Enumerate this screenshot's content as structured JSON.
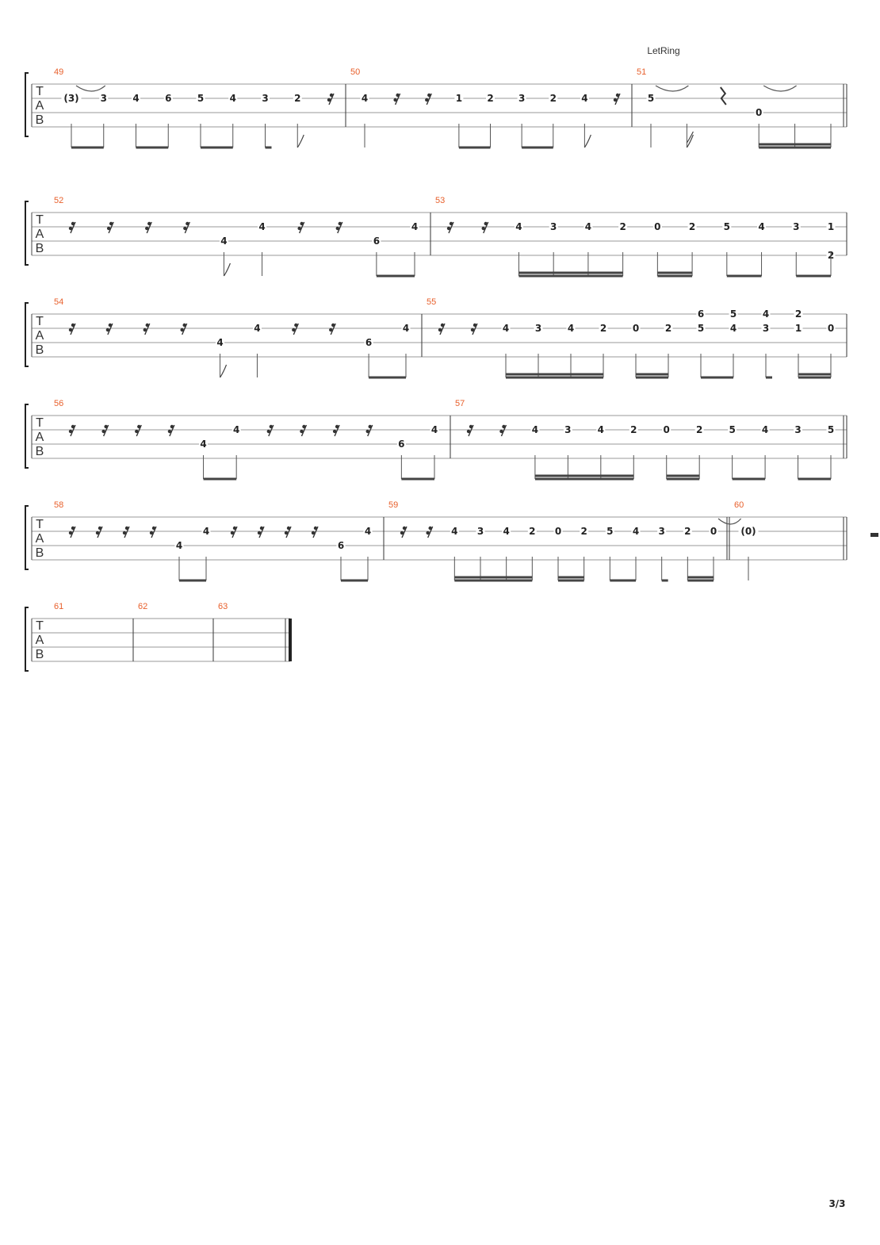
{
  "page_number": "3/3",
  "let_ring_label": "LetRing",
  "tab_clef": [
    "T",
    "A",
    "B"
  ],
  "systems": [
    {
      "measures": [
        {
          "number": "49",
          "events": [
            {
              "s": 1,
              "f": "(3)",
              "stem": "beam8",
              "tie": true
            },
            {
              "s": 1,
              "f": "3",
              "stem": "beam8"
            },
            {
              "s": 1,
              "f": "4",
              "stem": "beam8"
            },
            {
              "s": 1,
              "f": "6",
              "stem": "beam8"
            },
            {
              "s": 1,
              "f": "5",
              "stem": "beam8"
            },
            {
              "s": 1,
              "f": "4",
              "stem": "beam8"
            },
            {
              "s": 1,
              "f": "3",
              "stem": "beam8"
            },
            {
              "s": 1,
              "f": "2",
              "stem": "flag8"
            },
            {
              "rest": "16"
            }
          ]
        },
        {
          "number": "50",
          "events": [
            {
              "s": 1,
              "f": "4",
              "stem": "q"
            },
            {
              "rest": "16"
            },
            {
              "rest": "16"
            },
            {
              "s": 1,
              "f": "1",
              "stem": "beam8"
            },
            {
              "s": 1,
              "f": "2",
              "stem": "beam8"
            },
            {
              "s": 1,
              "f": "3",
              "stem": "beam8"
            },
            {
              "s": 1,
              "f": "2",
              "stem": "beam8"
            },
            {
              "s": 1,
              "f": "4",
              "stem": "flag8"
            },
            {
              "rest": "16"
            }
          ]
        },
        {
          "number": "51",
          "events": [
            {
              "s": 1,
              "f": "5",
              "stem": "q",
              "tie": true
            },
            {
              "stem": "flag16"
            },
            {
              "rest": "q"
            },
            {
              "s": 2,
              "f": "0",
              "stem": "beam16",
              "tie": true
            },
            {
              "stem": "beam16"
            },
            {
              "stem": "beam16"
            }
          ]
        }
      ]
    },
    {
      "measures": [
        {
          "number": "52",
          "events": [
            {
              "rest": "16"
            },
            {
              "rest": "16"
            },
            {
              "rest": "16"
            },
            {
              "rest": "16"
            },
            {
              "s": 2,
              "f": "4",
              "stem": "flag8"
            },
            {
              "s": 1,
              "f": "4",
              "stem": "q"
            },
            {
              "rest": "16"
            },
            {
              "rest": "16"
            },
            {
              "s": 2,
              "f": "6",
              "stem": "beam8"
            },
            {
              "s": 1,
              "f": "4",
              "stem": "beam8"
            }
          ]
        },
        {
          "number": "53",
          "events": [
            {
              "rest": "16"
            },
            {
              "rest": "16"
            },
            {
              "s": 1,
              "f": "4",
              "stem": "beam16"
            },
            {
              "s": 1,
              "f": "3",
              "stem": "beam16"
            },
            {
              "s": 1,
              "f": "4",
              "stem": "beam16"
            },
            {
              "s": 1,
              "f": "2",
              "stem": "beam16"
            },
            {
              "s": 1,
              "f": "0",
              "stem": "beam16"
            },
            {
              "s": 1,
              "f": "2",
              "stem": "beam16"
            },
            {
              "s": 1,
              "f": "5",
              "stem": "beam8"
            },
            {
              "s": 1,
              "f": "4",
              "stem": "beam8"
            },
            {
              "s": 1,
              "f": "3",
              "stem": "beam8"
            },
            {
              "s": 1,
              "f": "1",
              "s2": 3,
              "f2": "2",
              "stem": "beam8"
            }
          ]
        }
      ]
    },
    {
      "measures": [
        {
          "number": "54",
          "events": [
            {
              "rest": "16"
            },
            {
              "rest": "16"
            },
            {
              "rest": "16"
            },
            {
              "rest": "16"
            },
            {
              "s": 2,
              "f": "4",
              "stem": "flag8"
            },
            {
              "s": 1,
              "f": "4",
              "stem": "q"
            },
            {
              "rest": "16"
            },
            {
              "rest": "16"
            },
            {
              "s": 2,
              "f": "6",
              "stem": "beam8"
            },
            {
              "s": 1,
              "f": "4",
              "stem": "beam8"
            }
          ]
        },
        {
          "number": "55",
          "events": [
            {
              "rest": "16"
            },
            {
              "rest": "16"
            },
            {
              "s": 1,
              "f": "4",
              "stem": "beam16"
            },
            {
              "s": 1,
              "f": "3",
              "stem": "beam16"
            },
            {
              "s": 1,
              "f": "4",
              "stem": "beam16"
            },
            {
              "s": 1,
              "f": "2",
              "stem": "beam16"
            },
            {
              "s": 1,
              "f": "0",
              "stem": "beam16"
            },
            {
              "s": 1,
              "f": "2",
              "stem": "beam16"
            },
            {
              "s": 0,
              "f": "6",
              "s2": 1,
              "f2": "5",
              "stem": "beam8"
            },
            {
              "s": 0,
              "f": "5",
              "s2": 1,
              "f2": "4",
              "stem": "beam8"
            },
            {
              "s": 0,
              "f": "4",
              "s2": 1,
              "f2": "3",
              "stem": "beam8"
            },
            {
              "s": 0,
              "f": "2",
              "s2": 1,
              "f2": "1",
              "stem": "beam16"
            },
            {
              "s": 1,
              "f": "0",
              "stem": "beam16"
            }
          ]
        }
      ]
    },
    {
      "measures": [
        {
          "number": "56",
          "events": [
            {
              "rest": "16"
            },
            {
              "rest": "16"
            },
            {
              "rest": "16"
            },
            {
              "rest": "16"
            },
            {
              "s": 2,
              "f": "4",
              "stem": "beam8"
            },
            {
              "s": 1,
              "f": "4",
              "stem": "beam8"
            },
            {
              "rest": "16"
            },
            {
              "rest": "16"
            },
            {
              "rest": "16"
            },
            {
              "rest": "16"
            },
            {
              "s": 2,
              "f": "6",
              "stem": "beam8"
            },
            {
              "s": 1,
              "f": "4",
              "stem": "beam8"
            }
          ]
        },
        {
          "number": "57",
          "events": [
            {
              "rest": "16"
            },
            {
              "rest": "16"
            },
            {
              "s": 1,
              "f": "4",
              "stem": "beam16"
            },
            {
              "s": 1,
              "f": "3",
              "stem": "beam16"
            },
            {
              "s": 1,
              "f": "4",
              "stem": "beam16"
            },
            {
              "s": 1,
              "f": "2",
              "stem": "beam16"
            },
            {
              "s": 1,
              "f": "0",
              "stem": "beam16"
            },
            {
              "s": 1,
              "f": "2",
              "stem": "beam16"
            },
            {
              "s": 1,
              "f": "5",
              "stem": "beam8"
            },
            {
              "s": 1,
              "f": "4",
              "stem": "beam8"
            },
            {
              "s": 1,
              "f": "3",
              "stem": "beam8"
            },
            {
              "s": 1,
              "f": "5",
              "stem": "beam8"
            }
          ]
        }
      ]
    },
    {
      "measures": [
        {
          "number": "58",
          "events": [
            {
              "rest": "16"
            },
            {
              "rest": "16"
            },
            {
              "rest": "16"
            },
            {
              "rest": "16"
            },
            {
              "s": 2,
              "f": "4",
              "stem": "beam8"
            },
            {
              "s": 1,
              "f": "4",
              "stem": "beam8"
            },
            {
              "rest": "16"
            },
            {
              "rest": "16"
            },
            {
              "rest": "16"
            },
            {
              "rest": "16"
            },
            {
              "s": 2,
              "f": "6",
              "stem": "beam8"
            },
            {
              "s": 1,
              "f": "4",
              "stem": "beam8"
            }
          ]
        },
        {
          "number": "59",
          "events": [
            {
              "rest": "16"
            },
            {
              "rest": "16"
            },
            {
              "s": 1,
              "f": "4",
              "stem": "beam16"
            },
            {
              "s": 1,
              "f": "3",
              "stem": "beam16"
            },
            {
              "s": 1,
              "f": "4",
              "stem": "beam16"
            },
            {
              "s": 1,
              "f": "2",
              "stem": "beam16"
            },
            {
              "s": 1,
              "f": "0",
              "stem": "beam16"
            },
            {
              "s": 1,
              "f": "2",
              "stem": "beam16"
            },
            {
              "s": 1,
              "f": "5",
              "stem": "beam8"
            },
            {
              "s": 1,
              "f": "4",
              "stem": "beam8"
            },
            {
              "s": 1,
              "f": "3",
              "stem": "beam8"
            },
            {
              "s": 1,
              "f": "2",
              "stem": "beam16"
            },
            {
              "s": 1,
              "f": "0",
              "stem": "beam16",
              "tie": true
            }
          ]
        },
        {
          "number": "60",
          "events": [
            {
              "s": 1,
              "f": "(0)",
              "stem": "q"
            },
            {
              "rest": "half"
            }
          ]
        }
      ]
    },
    {
      "measures": [
        {
          "number": "61",
          "events": []
        },
        {
          "number": "62",
          "events": []
        },
        {
          "number": "63",
          "events": []
        }
      ]
    }
  ]
}
